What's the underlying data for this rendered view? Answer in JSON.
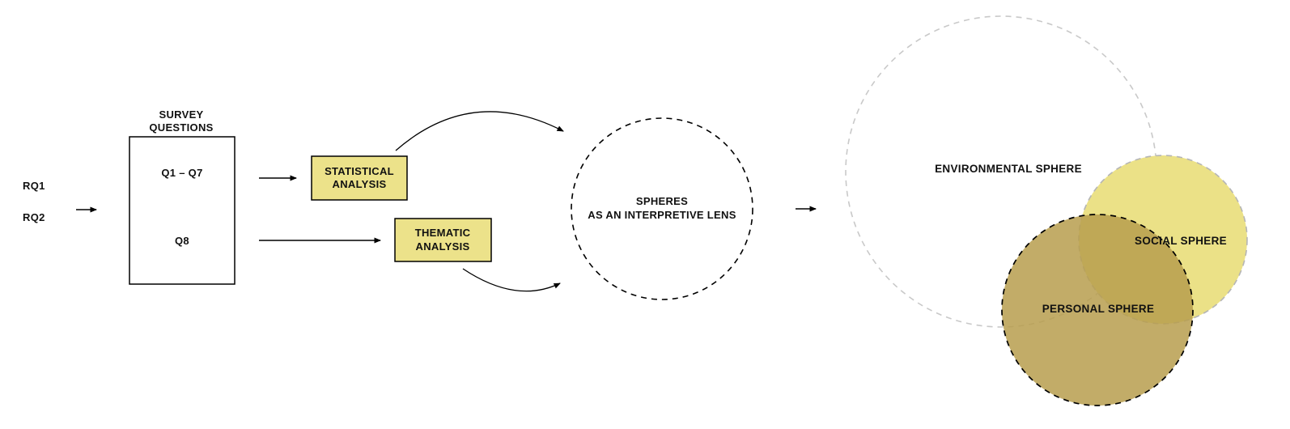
{
  "flow": {
    "rq1": "RQ1",
    "rq2": "RQ2",
    "survey": {
      "title_line1": "SURVEY",
      "title_line2": "QUESTIONS",
      "row1": "Q1 – Q7",
      "row2": "Q8"
    },
    "statistical": {
      "line1": "STATISTICAL",
      "line2": "ANALYSIS"
    },
    "thematic": {
      "line1": "THEMATIC",
      "line2": "ANALYSIS"
    },
    "lens": {
      "line1": "SPHERES",
      "line2": "AS AN INTERPRETIVE LENS"
    }
  },
  "spheres": {
    "environmental": {
      "label": "ENVIRONMENTAL SPHERE"
    },
    "social": {
      "label": "SOCIAL SPHERE"
    },
    "personal": {
      "label": "PERSONAL SPHERE"
    }
  },
  "colors": {
    "analysis_box_fill": "#ece28a",
    "box_border": "#000000",
    "social_sphere_fill": "#ebe187",
    "personal_sphere_fill": "#b79e4e",
    "environmental_stroke": "#c9c9c9",
    "social_stroke": "#b5b5b5",
    "dark_stroke": "#000000",
    "arrow_color": "#000000"
  }
}
